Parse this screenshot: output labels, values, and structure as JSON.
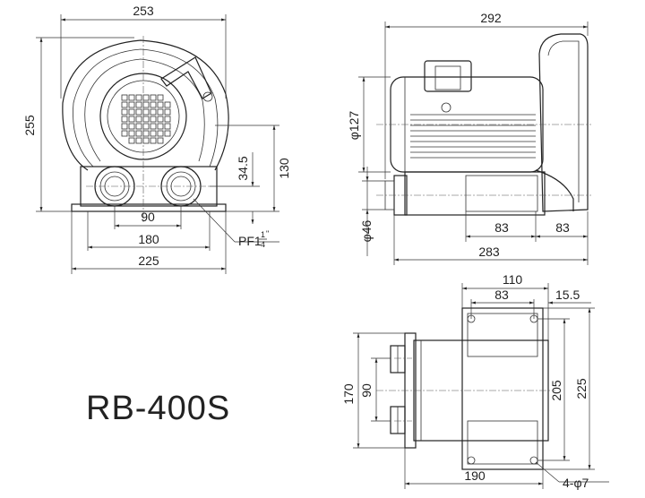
{
  "model": "RB-400S",
  "front_view": {
    "width_top": "253",
    "height_total": "255",
    "inlet_height": "130",
    "inlet_offset": "34.5",
    "port_spacing": "90",
    "base_inner": "180",
    "base_outer": "225",
    "port_thread": "PF1",
    "port_thread_num": "1",
    "port_thread_den": "4",
    "port_thread_mark": "\""
  },
  "side_view": {
    "length_total": "292",
    "motor_dia": "φ127",
    "port_dia": "φ46",
    "foot_span_left": "83",
    "foot_span_right": "83",
    "base_length": "283"
  },
  "bottom_view": {
    "top_width": "110",
    "hole_pitch": "83",
    "edge_offset": "15.5",
    "height_outer": "170",
    "height_inner": "90",
    "mount_span": "205",
    "total_height": "225",
    "base_width": "190",
    "holes": "4-φ7"
  }
}
